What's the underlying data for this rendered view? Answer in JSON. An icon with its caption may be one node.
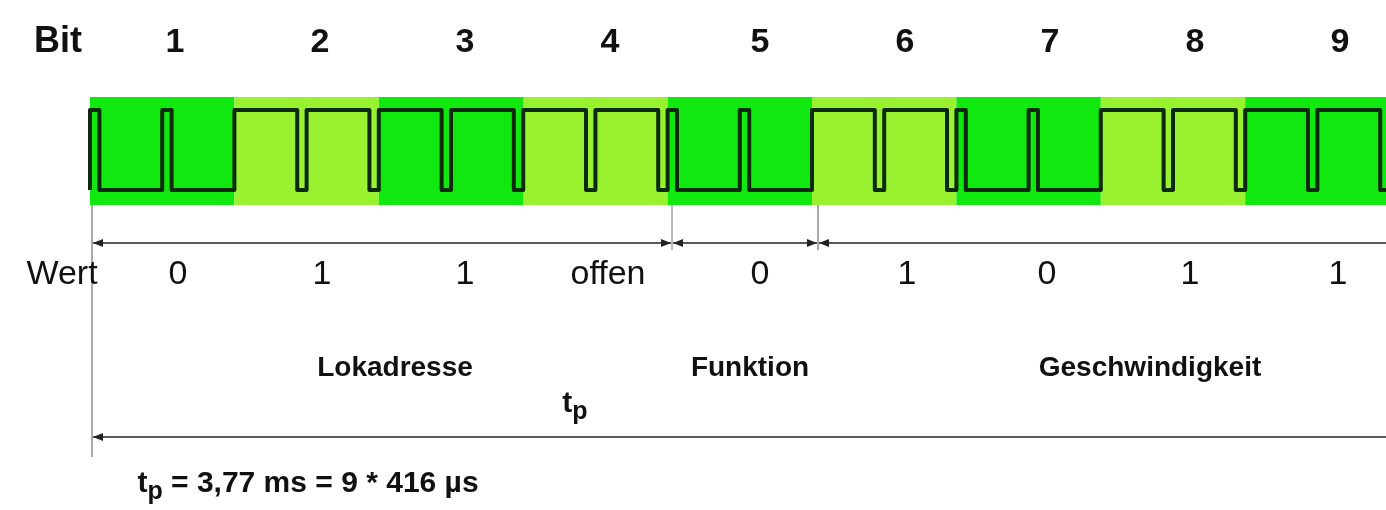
{
  "diagram": {
    "labels": [
      "Bit",
      "1",
      "2",
      "3",
      "4",
      "5",
      "6",
      "7",
      "8",
      "9",
      "Wert",
      "0",
      "1",
      "1",
      "offen",
      "0",
      "1",
      "0",
      "1",
      "1",
      "Lokadresse",
      "Funktion",
      "Geschwindigkeit",
      "t$_{p}$",
      "t$_{p}$ = 3,77 ms = 9 * 416 µs"
    ]
  }
}
